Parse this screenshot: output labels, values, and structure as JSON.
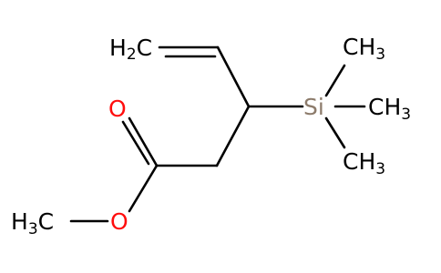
{
  "molecule": {
    "labels": {
      "vinyl_h": "H",
      "vinyl_h_sub": "2",
      "vinyl_c": "C",
      "carbonyl_o": "O",
      "ester_o": "O",
      "methoxy_h": "H",
      "methoxy_h_sub": "3",
      "methoxy_c": "C",
      "silicon": "Si",
      "methyl_top_c": "CH",
      "methyl_top_sub": "3",
      "methyl_right_c": "CH",
      "methyl_right_sub": "3",
      "methyl_bottom_c": "CH",
      "methyl_bottom_sub": "3"
    }
  },
  "colors": {
    "carbon_hydrogen": "#000000",
    "oxygen": "#ff0d0d",
    "silicon": "#8c7b6b",
    "bond": "#000000"
  }
}
